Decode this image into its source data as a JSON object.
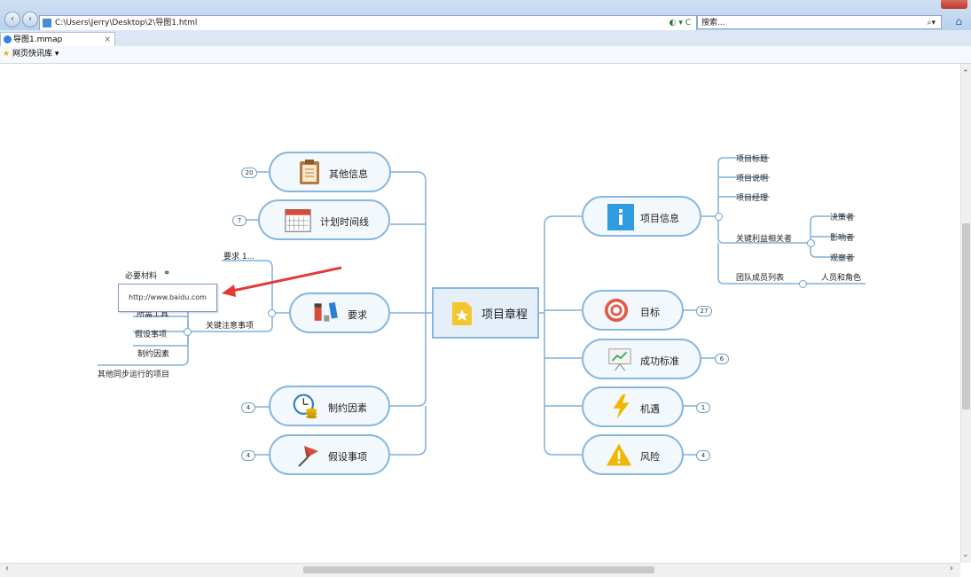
{
  "browser": {
    "address": "C:\\Users\\Jerry\\Desktop\\2\\导图1.html",
    "address_controls": "◐ ▾ C",
    "search_placeholder": "搜索...",
    "search_icon": "⌕▾",
    "tab_title": "导图1.mmap",
    "tab_close": "×",
    "fav_label": "网页快讯库 ▾",
    "nav_back": "‹",
    "nav_forward": "›"
  },
  "mindmap": {
    "center": "项目章程",
    "left": [
      {
        "label": "其他信息",
        "badge": "20"
      },
      {
        "label": "计划时间线",
        "badge": "7"
      },
      {
        "label": "要求"
      },
      {
        "label": "制约因素",
        "badge": "4"
      },
      {
        "label": "假设事项",
        "badge": "4"
      }
    ],
    "right": [
      {
        "label": "项目信息"
      },
      {
        "label": "目标",
        "badge": "27"
      },
      {
        "label": "成功标准",
        "badge": "6"
      },
      {
        "label": "机遇",
        "badge": "1"
      },
      {
        "label": "风险",
        "badge": "4"
      }
    ],
    "requirements": {
      "req1": "要求 1...",
      "materials": "必要材料",
      "link_url": "http://www.baidu.com",
      "tools": "所需工具",
      "key": "关键注意事项",
      "assume": "假设事项",
      "constraint": "制约因素",
      "other": "其他同步运行的项目"
    },
    "info": {
      "title": "项目标题",
      "desc": "项目说明",
      "manager": "项目经理",
      "stake": "关键利益相关者",
      "decider": "决策者",
      "influencer": "影响者",
      "observer": "观察者",
      "team": "团队成员列表",
      "roles": "人员和角色"
    }
  },
  "colors": {
    "accent": "#86b7e1",
    "annotation_arrow": "#e53935"
  }
}
